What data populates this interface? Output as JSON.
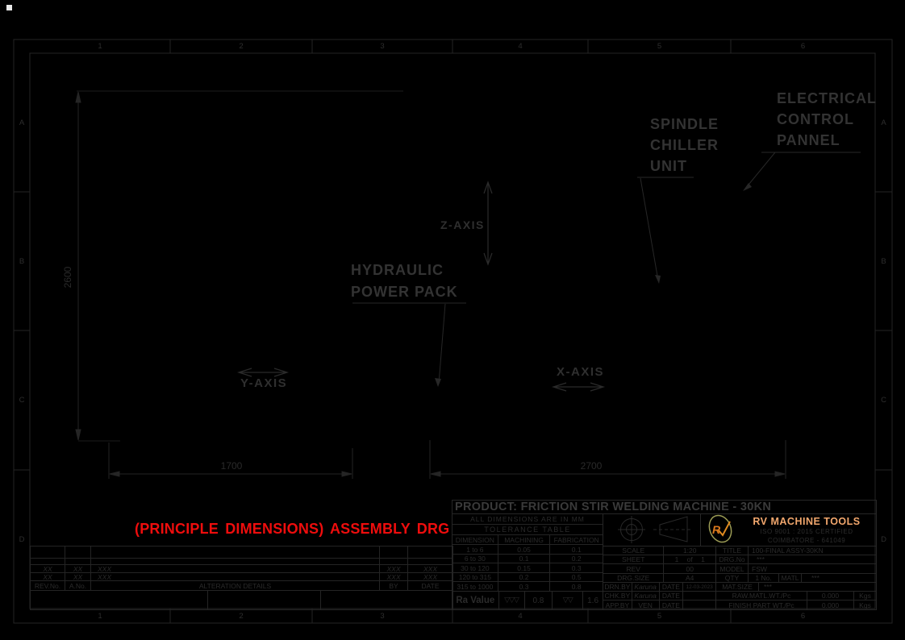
{
  "colors": {
    "background": "#000000",
    "linework": "#242424",
    "dim_text": "#2a2a2a",
    "label_text": "#333333",
    "accent_red": "#ee0d0d",
    "accent_orange": "#f2a76d",
    "logo_ring": "#9c9c55",
    "logo_letter": "#d9771c"
  },
  "frame": {
    "top_zones": [
      "1",
      "2",
      "3",
      "4",
      "5",
      "6"
    ],
    "bottom_zones": [
      "1",
      "2",
      "3",
      "4",
      "5",
      "6"
    ],
    "left_zones": [
      "A",
      "B",
      "C",
      "D"
    ],
    "right_zones": [
      "A",
      "B",
      "C",
      "D"
    ]
  },
  "drawing": {
    "caption": "(PRINCIPLE DIMENSIONS) ASSEMBLY  DRG",
    "labels": {
      "electrical": [
        "ELECTRICAL",
        "CONTROL",
        "PANNEL"
      ],
      "spindle": [
        "SPINDLE",
        "CHILLER",
        "UNIT"
      ],
      "hydraulic": [
        "HYDRAULIC",
        "POWER PACK"
      ],
      "z_axis": "Z-AXIS",
      "y_axis": "Y-AXIS",
      "x_axis": "X-AXIS"
    },
    "dims": {
      "height": "2600",
      "base_left": "1700",
      "base_right": "2700"
    }
  },
  "alteration": {
    "header": {
      "rev": "REV.No.",
      "a": "A.No.",
      "details": "ALTERATION DETAILS",
      "by": "BY",
      "date": "DATE"
    },
    "rows": [
      {
        "rev": "XX",
        "a": "XX",
        "details": "XXX",
        "by": "XXX",
        "date": "XXX"
      },
      {
        "rev": "XX",
        "a": "XX",
        "details": "XXX",
        "by": "XXX",
        "date": "XXX"
      }
    ]
  },
  "title_block": {
    "product": "PRODUCT: FRICTION STIR WELDING MACHINE - 30KN",
    "note": "ALL DIMENSIONS ARE IN MM",
    "tolerance": {
      "title": "TOLERANCE TABLE",
      "headers": [
        "DIMENSION",
        "MACHINING",
        "FABRICATION"
      ],
      "rows": [
        [
          "1 to 6",
          "0.05",
          "0.1"
        ],
        [
          "6 to 30",
          "0.1",
          "0.2"
        ],
        [
          "30 to 120",
          "0.15",
          "0.3"
        ],
        [
          "120 to 315",
          "0.2",
          "0.5"
        ],
        [
          "315 to 1000",
          "0.3",
          "0.8"
        ]
      ]
    },
    "ra": {
      "label": "Ra Value",
      "machining_sym": "▽▽▽",
      "machining_val": "0.8",
      "fabrication_sym": "▽▽",
      "fabrication_val": "1.6"
    },
    "info": {
      "scale_label": "SCALE",
      "scale_value": "1:20",
      "sheet_label": "SHEET",
      "sheet_value": "1 of 1",
      "rev_label": "REV",
      "rev_value": "00",
      "size_label": "DRG.SIZE",
      "size_value": "A4"
    },
    "signoff": [
      {
        "role": "DRN.BY",
        "name": "Karuna",
        "date_label": "DATE",
        "date": "12-03-2023"
      },
      {
        "role": "CHK.BY",
        "name": "Karuna",
        "date_label": "DATE",
        "date": ""
      },
      {
        "role": "APP.BY",
        "name": "VEN",
        "date_label": "DATE",
        "date": ""
      }
    ],
    "company": {
      "logo_letter": "R",
      "name": "RV MACHINE TOOLS",
      "cert": "ISO 9001 : 2015 CERTIFIED",
      "city": "COIMBATORE - 641049"
    },
    "meta": {
      "title_label": "TITLE",
      "title_value": "100-FINAL ASSY-30KN",
      "drg_label": "DRG.No",
      "drg_value": "***",
      "model_label": "MODEL",
      "model_value": "FSW",
      "qty_label": "QTY",
      "qty_value": "1 No.",
      "matl_label": "MATL",
      "matl_value": "***",
      "matsize_label": "MAT.SIZE",
      "matsize_value": "***",
      "raw_label": "RAW.MATL.WT./Pc",
      "raw_value": "0.000",
      "raw_unit": "Kgs",
      "finish_label": "FINISH PART WT./Pc",
      "finish_value": "0.000",
      "finish_unit": "Kgs"
    }
  }
}
